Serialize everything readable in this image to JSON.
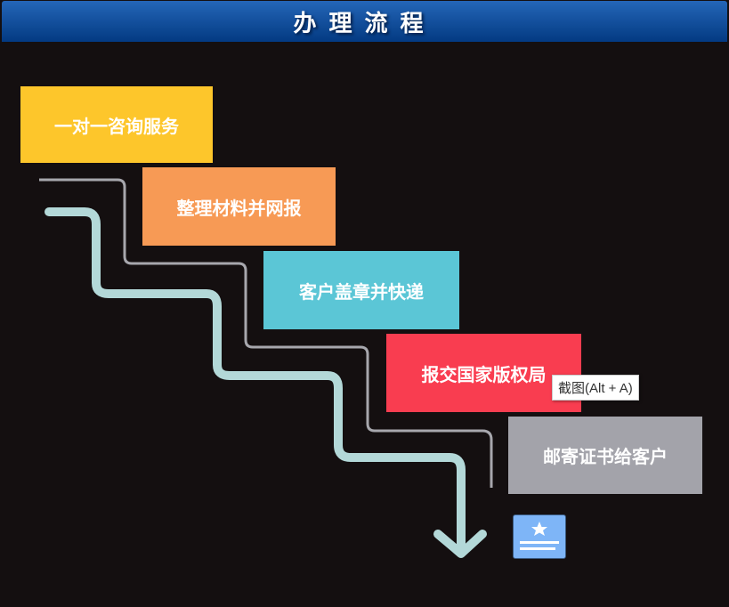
{
  "header": {
    "title": "办理流程"
  },
  "steps": [
    {
      "label": "一对一咨询服务",
      "color": "#fdc62b"
    },
    {
      "label": "整理材料并网报",
      "color": "#f79a55"
    },
    {
      "label": "客户盖章并快递",
      "color": "#5bc6d6"
    },
    {
      "label": "报交国家版权局",
      "color": "#f93d50"
    },
    {
      "label": "邮寄证书给客户",
      "color": "#a3a3aa"
    }
  ],
  "tooltip": {
    "text": "截图(Alt + A)"
  }
}
